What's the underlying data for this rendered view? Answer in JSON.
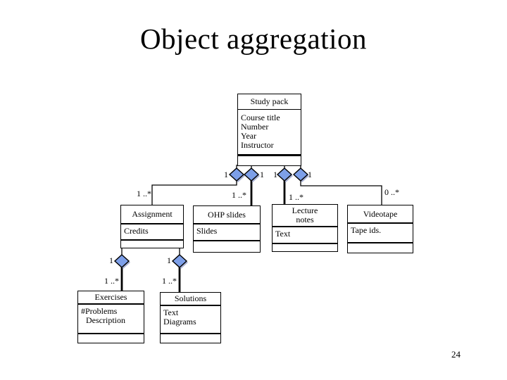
{
  "slide": {
    "title": "Object aggregation",
    "page_number": "24"
  },
  "colors": {
    "diamond_fill": "#7d9fe8",
    "diamond_shadow": "#a9b2d4",
    "line": "#000000"
  },
  "classes": {
    "study_pack": {
      "name": "Study pack",
      "attributes": [
        "Course title",
        "Number",
        "Year",
        "Instructor"
      ]
    },
    "assignment": {
      "name": "Assignment",
      "attributes": [
        "Credits"
      ]
    },
    "ohp_slides": {
      "name": "OHP slides",
      "attributes": [
        "Slides"
      ]
    },
    "lecture_notes": {
      "name": "Lecture notes",
      "attributes": [
        "Text"
      ]
    },
    "videotape": {
      "name": "Videotape",
      "attributes": [
        "Tape ids."
      ]
    },
    "exercises": {
      "name": "Exercises",
      "attributes": [
        "#Problems",
        "Description"
      ]
    },
    "solutions": {
      "name": "Solutions",
      "attributes": [
        "Text",
        "Diagrams"
      ]
    }
  },
  "relationships": [
    {
      "parent": "Study pack",
      "child": "Assignment",
      "parent_mult": "1",
      "child_mult": "1 ..*"
    },
    {
      "parent": "Study pack",
      "child": "OHP slides",
      "parent_mult": "1",
      "child_mult": "1 ..*"
    },
    {
      "parent": "Study pack",
      "child": "Lecture notes",
      "parent_mult": "1",
      "child_mult": "1 ..*"
    },
    {
      "parent": "Study pack",
      "child": "Videotape",
      "parent_mult": "1",
      "child_mult": "0 ..*"
    },
    {
      "parent": "Assignment",
      "child": "Exercises",
      "parent_mult": "1",
      "child_mult": "1 ..*"
    },
    {
      "parent": "Assignment",
      "child": "Solutions",
      "parent_mult": "1",
      "child_mult": "1 ..*"
    }
  ]
}
